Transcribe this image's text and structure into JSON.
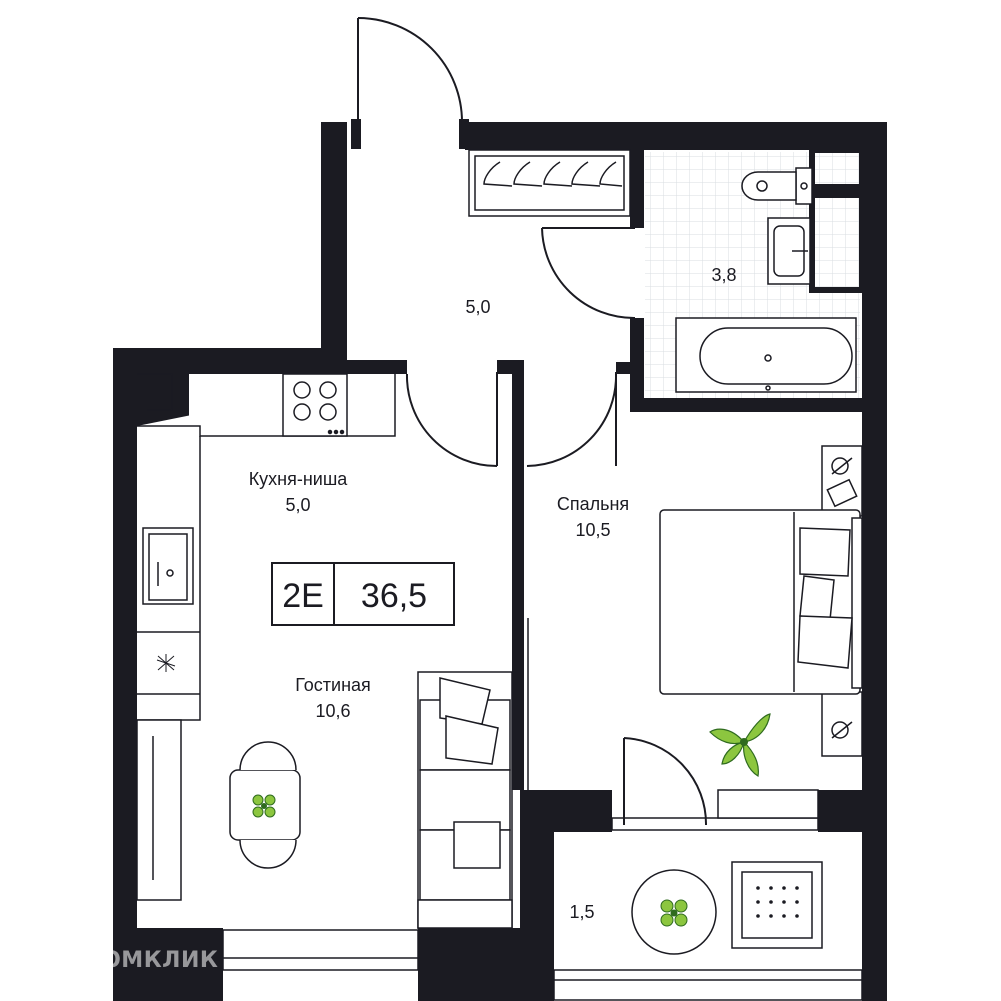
{
  "plan": {
    "unit_type": "2E",
    "total_area": "36,5",
    "rooms": {
      "hallway": {
        "area": "5,0"
      },
      "bathroom": {
        "area": "3,8"
      },
      "kitchen": {
        "name": "Кухня-ниша",
        "area": "5,0"
      },
      "bedroom": {
        "name": "Спальня",
        "area": "10,5"
      },
      "living": {
        "name": "Гостиная",
        "area": "10,6"
      },
      "balcony": {
        "area": "1,5"
      }
    }
  },
  "watermark": {
    "text": "ДОМКЛИК"
  },
  "colors": {
    "wall": "#1b1b22",
    "line": "#1b1b22",
    "plant": "#8cc63f",
    "plant_dark": "#2f6b1f",
    "tile": "#d9dde2"
  }
}
